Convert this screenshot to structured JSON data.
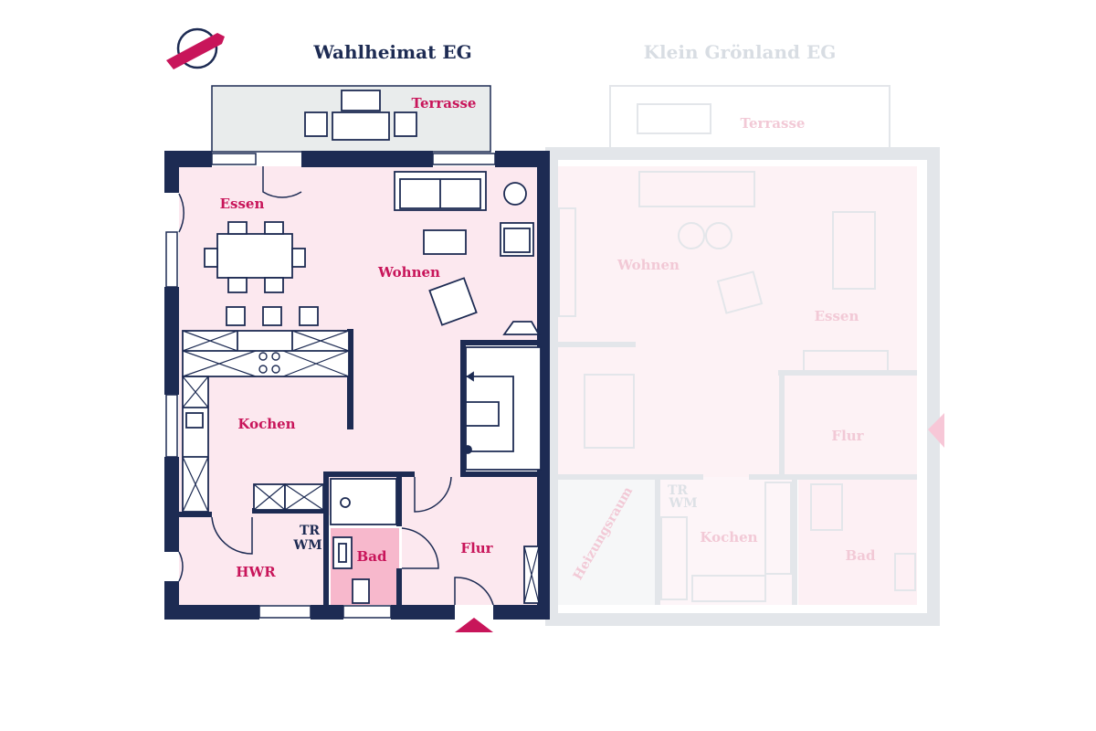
{
  "colors": {
    "wall": "#1d2b53",
    "accent": "#c8155a",
    "room_fill": "#fce8ef",
    "bath_fill": "#f7b8cc",
    "terrace_fill": "#e9ecec",
    "faded_wall": "#e3e6ea",
    "faded_text": "#d8dde3",
    "faded_room_text": "#f2c9d6"
  },
  "logo": {
    "icon": "arrow-globe-logo"
  },
  "left_plan": {
    "title": "Wahlheimat EG",
    "rooms": {
      "terrasse": "Terrasse",
      "essen": "Essen",
      "wohnen": "Wohnen",
      "kochen": "Kochen",
      "hwr": "HWR",
      "bad": "Bad",
      "flur": "Flur",
      "tr": "TR",
      "wm": "WM"
    }
  },
  "right_plan": {
    "title": "Klein Grönland EG",
    "rooms": {
      "terrasse": "Terrasse",
      "wohnen": "Wohnen",
      "essen": "Essen",
      "flur": "Flur",
      "heizungsraum": "Heizungsraum",
      "kochen": "Kochen",
      "bad": "Bad",
      "tr": "TR",
      "wm": "WM"
    }
  },
  "entrance": {
    "icon": "entrance-arrow-icon"
  }
}
